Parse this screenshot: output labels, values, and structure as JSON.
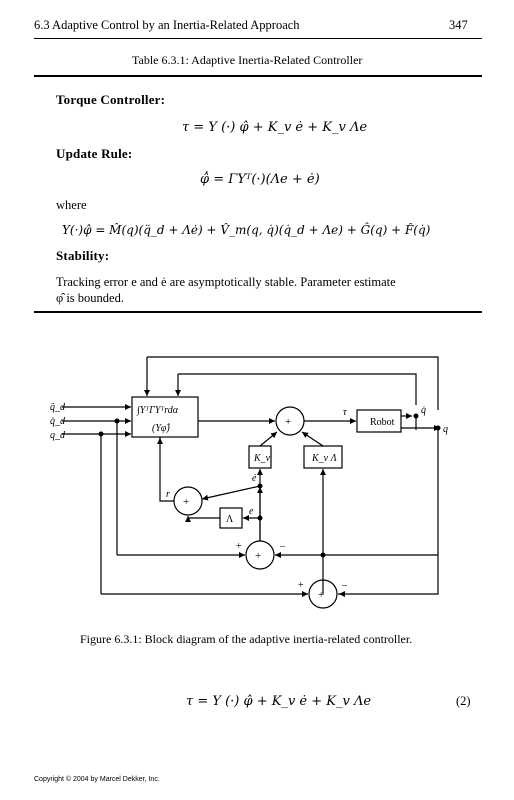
{
  "header": {
    "section_title": "6.3 Adaptive Control by an Inertia-Related Approach",
    "page_number": "347"
  },
  "table": {
    "caption": "Table 6.3.1: Adaptive Inertia-Related Controller",
    "torque_heading": "Torque Controller:",
    "torque_eq": "τ = Y (·) φ̂ + K_v ė + K_v Λe",
    "update_heading": "Update Rule:",
    "update_eq": "φ̂̇ = ΓYᵀ(·)(Λe + ė)",
    "where_label": "where",
    "where_eq": "Y(·)φ̂ = M̂(q)(q̈_d + Λė) + V̂_m(q, q̇)(q̇_d + Λe) + Ĝ(q) + F̂(q̇)",
    "stability_heading": "Stability:",
    "stability_line1": "Tracking error e and ė are asymptotically stable. Parameter estimate",
    "stability_line2": "φ̂ is bounded."
  },
  "diagram": {
    "inputs": [
      "q̈_d",
      "q̇_d",
      "q_d"
    ],
    "block_top": "∫YᵀΓYᵀrdα",
    "block_bottom": "(Yφ̂)",
    "kv_label": "K_v",
    "kvlambda_label": "K_v Λ",
    "lambda_label": "Λ",
    "robot_label": "Robot",
    "tau_label": "τ",
    "qdot_label": "q̇",
    "q_label": "q",
    "r_label": "r",
    "edot_label": "ė",
    "e_label": "e",
    "plus": "+",
    "minus": "–"
  },
  "figure": {
    "caption": "Figure 6.3.1: Block diagram of the adaptive inertia-related controller."
  },
  "equation": {
    "text": "τ = Y (·) φ̂ + K_v ė + K_v Λe",
    "number": "(2)"
  },
  "footer": {
    "copyright": "Copyright © 2004 by Marcel Dekker, Inc."
  }
}
